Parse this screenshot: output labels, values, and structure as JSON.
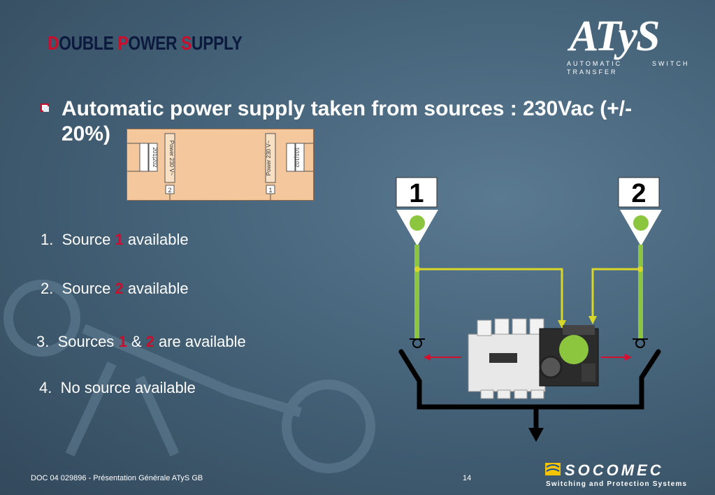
{
  "title": {
    "l1": "D",
    "r1": "OUBLE ",
    "l2": "P",
    "r2": "OWER ",
    "l3": "S",
    "r3": "UPPLY"
  },
  "logo": {
    "brand": "ATyS",
    "tag1": "AUTOMATIC",
    "tag2": "SWITCH",
    "tag3": "TRANSFER"
  },
  "bullet": {
    "text": "Automatic power supply taken from sources : 230Vac (+/- 20%)"
  },
  "terminal": {
    "left_label": "Power 230 V~",
    "right_label": "Power 230 V~",
    "left_block": "201|202",
    "right_block": "101|102",
    "left_pin": "2",
    "right_pin": "1"
  },
  "list": [
    {
      "num": "1.",
      "a": "Source",
      "r1": "1",
      "b": "available",
      "r2": "",
      "c": ""
    },
    {
      "num": "2.",
      "a": "Source",
      "r1": "2",
      "b": "available",
      "r2": "",
      "c": ""
    },
    {
      "num": "3.",
      "a": "Sources",
      "r1": "1",
      "b": "&",
      "r2": "2",
      "c": "are available"
    },
    {
      "num": "4.",
      "a": "No source available",
      "r1": "",
      "b": "",
      "r2": "",
      "c": ""
    }
  ],
  "diagram": {
    "source1": "1",
    "source2": "2"
  },
  "footer": {
    "doc": "DOC 04 029896 - Présentation Générale ATyS GB",
    "page": "14"
  },
  "socomec": {
    "brand": "SOCOMEC",
    "tagline": "Switching and Protection Systems"
  },
  "colors": {
    "title_red": "#c8102e",
    "title_navy": "#0b1a3d",
    "wire_green": "#8cc63f",
    "wire_yellow": "#d9d62a"
  }
}
